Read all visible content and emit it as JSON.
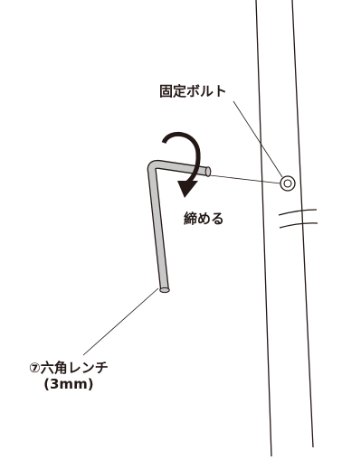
{
  "labels": {
    "bolt": "固定ボルト",
    "tighten": "締める",
    "wrench": "⑦六角レンチ",
    "wrench_size": "(3mm)"
  },
  "colors": {
    "line": "#231815",
    "wrench_fill": "#c8c8c8",
    "background": "#ffffff"
  }
}
